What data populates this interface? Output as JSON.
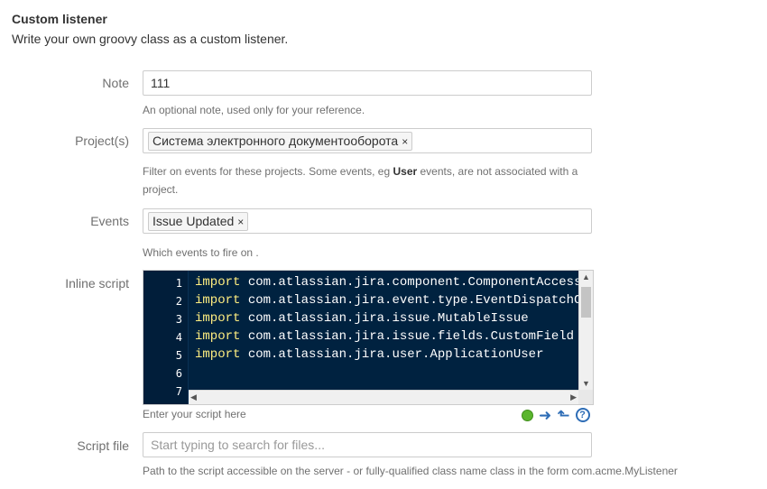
{
  "header": {
    "title": "Custom listener",
    "subtitle": "Write your own groovy class as a custom listener."
  },
  "note": {
    "label": "Note",
    "value": "111",
    "help": "An optional note, used only for your reference."
  },
  "projects": {
    "label": "Project(s)",
    "tags": [
      "Система электронного документооборота"
    ],
    "help_before": "Filter on events for these projects. Some events, eg ",
    "help_bold": "User",
    "help_after": " events, are not associated with a",
    "help_line2": "project."
  },
  "events": {
    "label": "Events",
    "tags": [
      "Issue Updated"
    ],
    "help": "Which events to fire on ."
  },
  "script": {
    "label": "Inline script",
    "lines": [
      {
        "no": "1",
        "kw": "import",
        "rest": " com.atlassian.jira.component.ComponentAccessor"
      },
      {
        "no": "2",
        "kw": "import",
        "rest": " com.atlassian.jira.event.type.EventDispatchOpt"
      },
      {
        "no": "3",
        "kw": "import",
        "rest": " com.atlassian.jira.issue.MutableIssue"
      },
      {
        "no": "4",
        "kw": "import",
        "rest": " com.atlassian.jira.issue.fields.CustomField"
      },
      {
        "no": "5",
        "kw": "import",
        "rest": " com.atlassian.jira.user.ApplicationUser"
      },
      {
        "no": "6",
        "kw": "",
        "rest": ""
      },
      {
        "no": "7",
        "kw": "",
        "rest": ""
      }
    ],
    "help": "Enter your script here",
    "remove_glyph": "×"
  },
  "script_file": {
    "label": "Script file",
    "placeholder": "Start typing to search for files...",
    "help": "Path to the script accessible on the server - or fully-qualified class name class in the form com.acme.MyListener"
  },
  "colors": {
    "editor_bg": "#002240",
    "keyword": "#ffee80",
    "tool_blue": "#2e6db6",
    "status_green": "#5ab52d"
  },
  "icons": {
    "status": "green-dot-icon",
    "forward": "arrow-right-icon",
    "up": "arrow-up-icon",
    "help": "question-circle-icon"
  }
}
